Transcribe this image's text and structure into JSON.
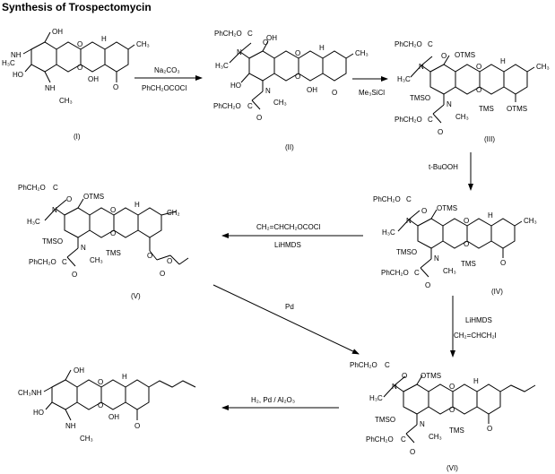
{
  "title": "Synthesis of  Trospectomycin",
  "compounds": {
    "I": "(I)",
    "II": "(II)",
    "III": "(III)",
    "IV": "(IV)",
    "V": "(V)",
    "VI": "(VI)"
  },
  "reagents": {
    "step1_top": "Na₂CO₃",
    "step1_bottom": "PhCH₂OCOCl",
    "step2": "Me₃SiCl",
    "step3": "t-BuOOH",
    "step4_top": "CH₂=CHCH₂OCOCl",
    "step4_bottom": "LiHMDS",
    "step5": "Pd",
    "step6_top": "LiHMDS",
    "step6_bottom": "CH₂=CHCH₂I",
    "step7": "H₂, Pd / Al₂O₃"
  },
  "atoms": {
    "oh": "OH",
    "ho": "HO",
    "nh": "NH",
    "h": "H",
    "o": "O",
    "n": "N",
    "ch3": "CH₃",
    "h3c": "H₃C",
    "cbz": "PhCH₂O",
    "c": "C",
    "otms": "OTMS",
    "tmso": "TMSO",
    "tms": "TMS",
    "ch2": "CH₂"
  }
}
